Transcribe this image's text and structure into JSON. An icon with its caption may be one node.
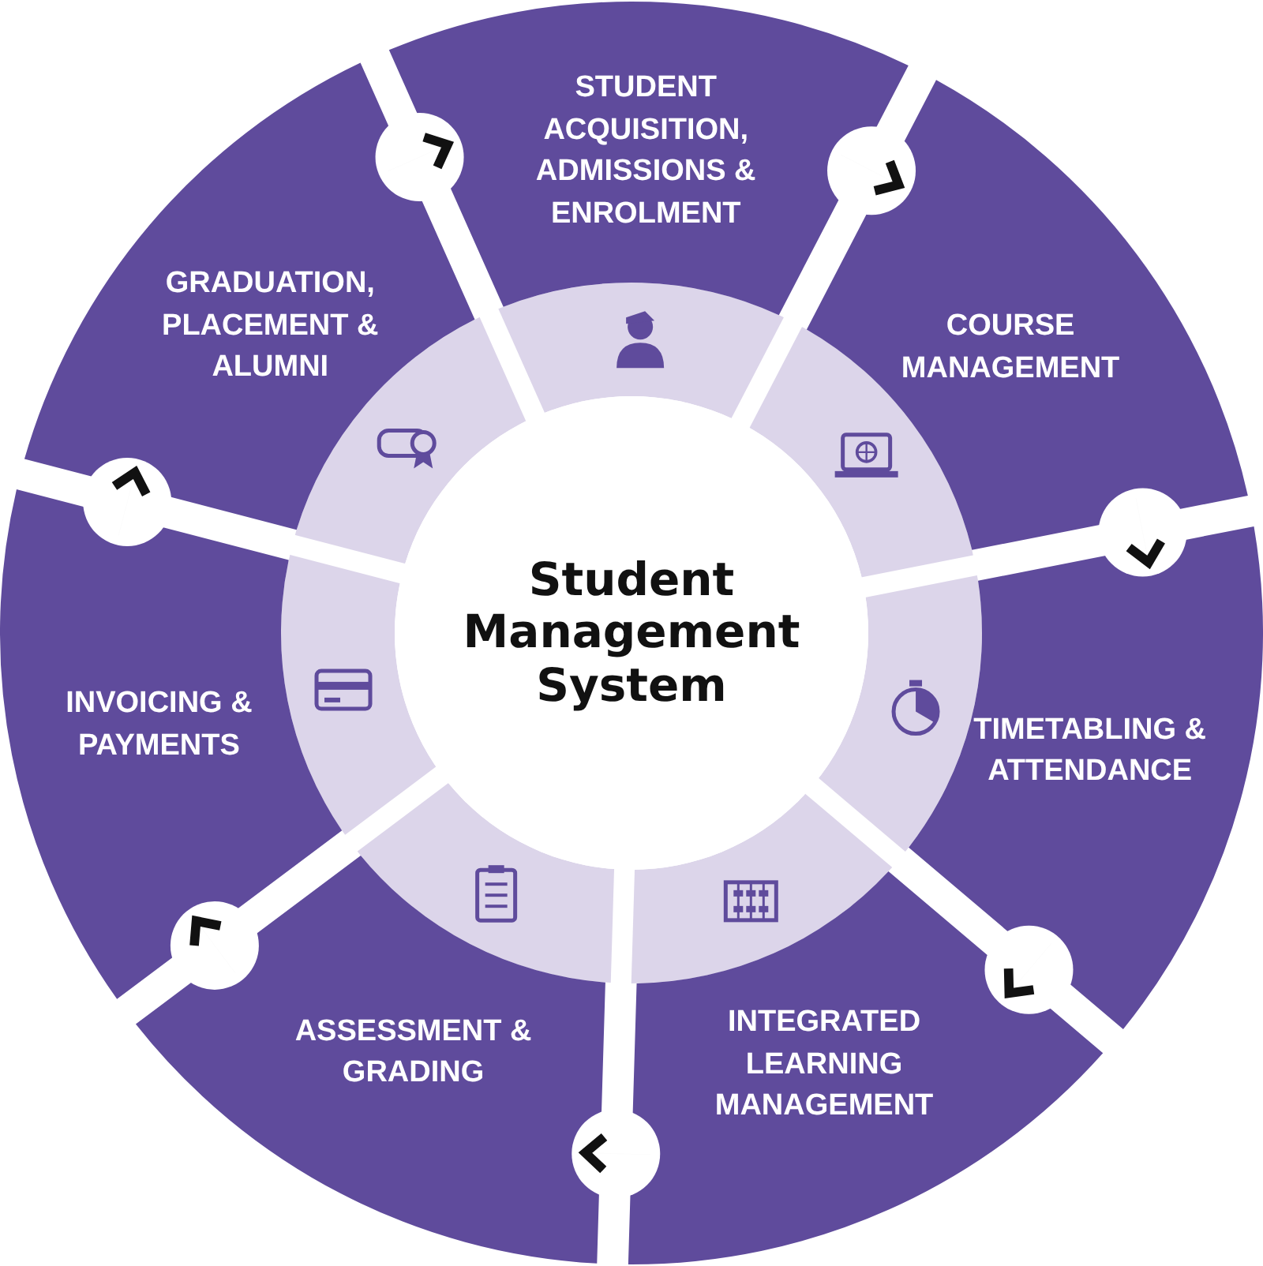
{
  "diagram": {
    "nodes": [
      {
        "text": [
          "Student Management System"
        ]
      },
      {
        "text": [
          "STUDENT ACQUISITION, ADMISSIONS & ENROLMENT"
        ]
      },
      {
        "text": [
          "COURSE MANAGEMENT"
        ]
      },
      {
        "text": [
          "TIMETABLING & ATTENDANCE"
        ]
      },
      {
        "text": [
          "INTEGRATED LEARNING MANAGEMENT"
        ]
      },
      {
        "text": [
          "ASSESSMENT & GRADING"
        ]
      },
      {
        "text": [
          "INVOICING & PAYMENTS"
        ]
      },
      {
        "text": [
          "GRADUATION, PLACEMENT & ALUMNI"
        ]
      }
    ],
    "edges": [
      {
        "from": 7,
        "to": 1,
        "arrow": "to"
      },
      {
        "from": 1,
        "to": 2,
        "arrow": "to"
      },
      {
        "from": 2,
        "to": 3,
        "arrow": "to"
      },
      {
        "from": 3,
        "to": 4,
        "arrow": "to"
      },
      {
        "from": 4,
        "to": 5,
        "arrow": "to"
      },
      {
        "from": 5,
        "to": 6,
        "arrow": "to"
      },
      {
        "from": 6,
        "to": 7,
        "arrow": "to"
      }
    ]
  }
}
